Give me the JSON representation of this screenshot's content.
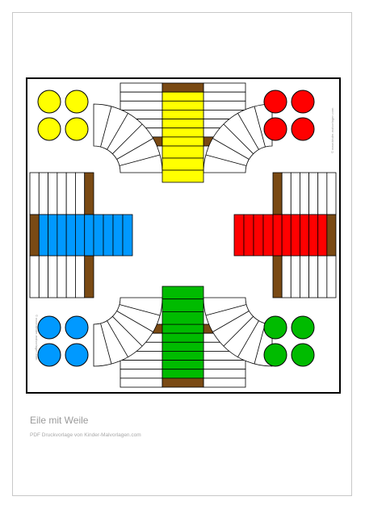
{
  "caption": {
    "title": "Eile mit Weile",
    "subtitle": "PDF Druckvorlage von Kinder-Malvorlagen.com"
  },
  "watermark": {
    "text": "© www.kinder-malvorlagen.com"
  },
  "colors": {
    "yellow": "#ffff00",
    "red": "#ff0000",
    "blue": "#0099ff",
    "green": "#00bb00",
    "brown": "#7a4a14",
    "cell": "#ffffff",
    "line": "#000000"
  },
  "board": {
    "players": [
      "yellow",
      "red",
      "green",
      "blue"
    ],
    "home_pieces_per_player": 4,
    "home_path_cells": 6,
    "side_cells": 7,
    "curve_cells": 6
  }
}
